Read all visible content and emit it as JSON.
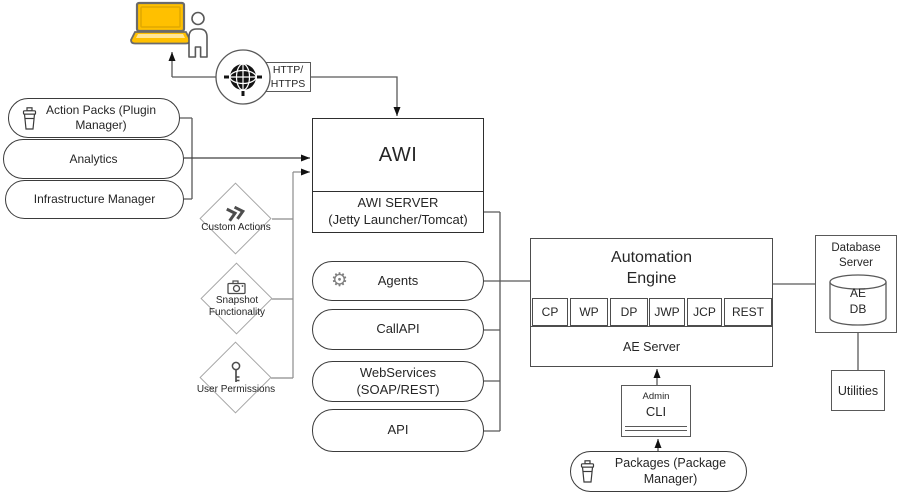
{
  "client": {
    "laptop_icon": "laptop-icon",
    "user_icon": "user-icon"
  },
  "connection": {
    "protocol_label": "HTTP/\nHTTPS",
    "globe_icon": "globe-icon"
  },
  "left_stack": {
    "action_packs": "Action Packs (Plugin\nManager)",
    "analytics": "Analytics",
    "infrastructure": "Infrastructure Manager"
  },
  "features": {
    "custom_actions": "Custom Actions",
    "snapshot": "Snapshot\nFunctionality",
    "permissions": "User Permissions"
  },
  "awi": {
    "title": "AWI",
    "server": "AWI SERVER\n(Jetty Launcher/Tomcat)"
  },
  "interfaces": {
    "agents": "Agents",
    "callapi": "CallAPI",
    "webservices": "WebServices\n(SOAP/REST)",
    "api": "API"
  },
  "engine": {
    "title": "Automation\nEngine",
    "processes": [
      "CP",
      "WP",
      "DP",
      "JWP",
      "JCP",
      "REST"
    ],
    "server": "AE Server"
  },
  "database": {
    "title": "Database\nServer",
    "db": "AE\nDB"
  },
  "utilities": {
    "label": "Utilities"
  },
  "cli": {
    "title": "Admin",
    "label": "CLI"
  },
  "packages": {
    "label": "Packages (Package Manager)"
  },
  "icons": {
    "gear": "⚙"
  },
  "colors": {
    "accent": "#FFC000",
    "line": "#595959",
    "text": "#262626"
  }
}
